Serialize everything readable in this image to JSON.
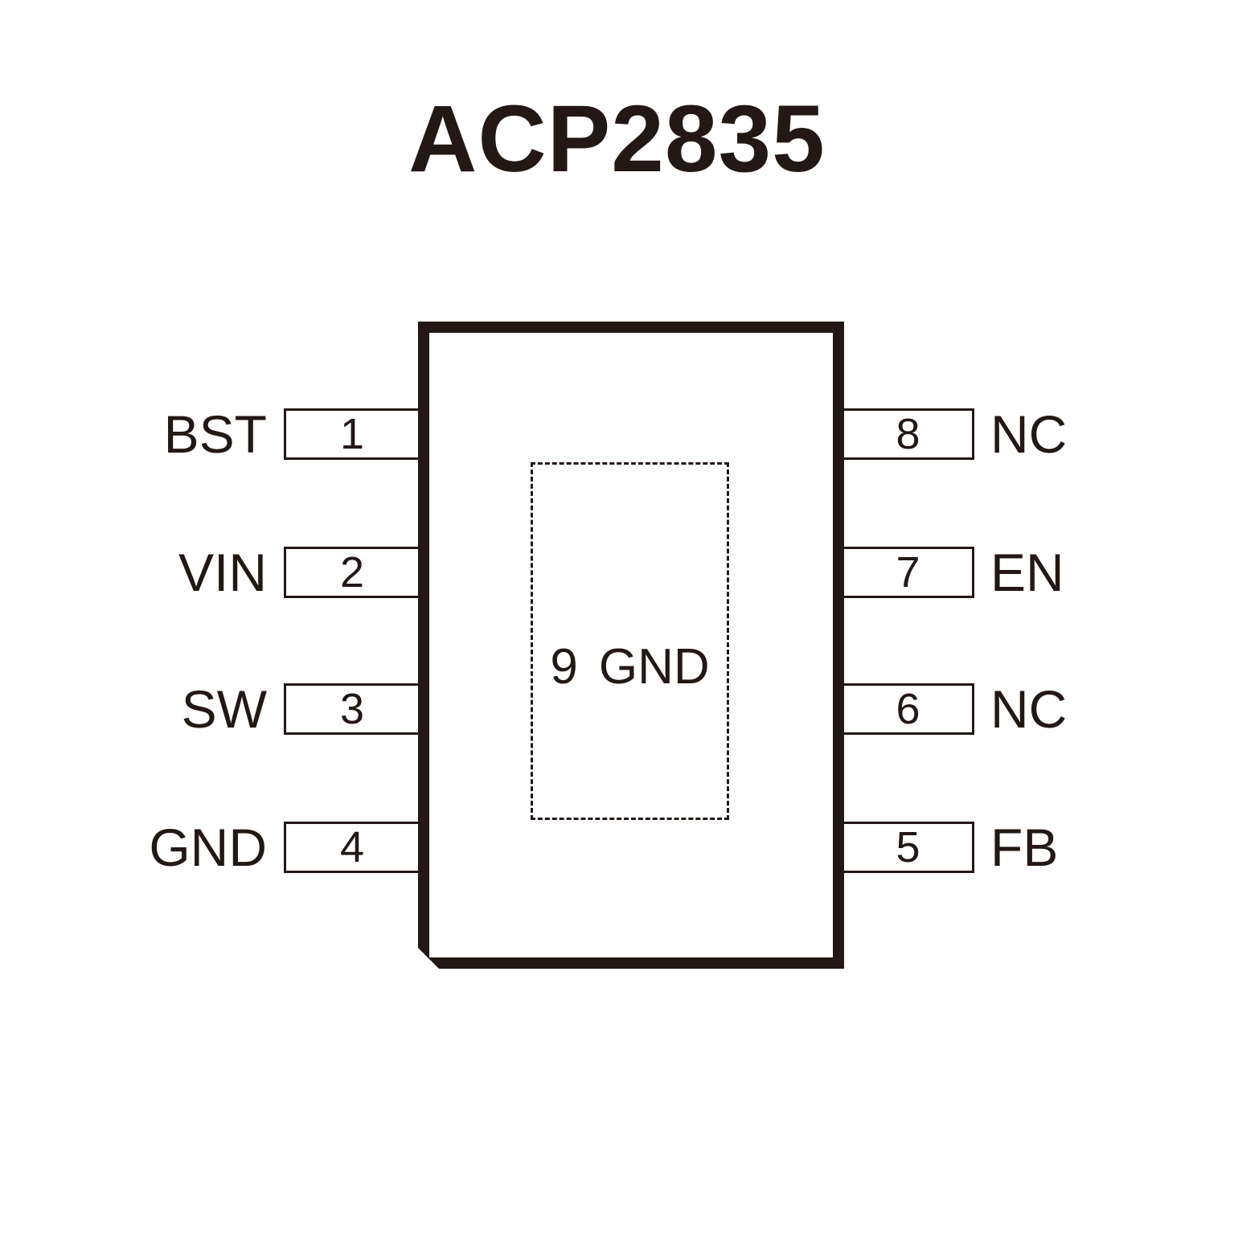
{
  "title": "ACP2835",
  "pad": {
    "number": "9",
    "label": "GND"
  },
  "left_pins": [
    {
      "number": "1",
      "label": "BST"
    },
    {
      "number": "2",
      "label": "VIN"
    },
    {
      "number": "3",
      "label": "SW"
    },
    {
      "number": "4",
      "label": "GND"
    }
  ],
  "right_pins": [
    {
      "number": "8",
      "label": "NC"
    },
    {
      "number": "7",
      "label": "EN"
    },
    {
      "number": "6",
      "label": "NC"
    },
    {
      "number": "5",
      "label": "FB"
    }
  ]
}
